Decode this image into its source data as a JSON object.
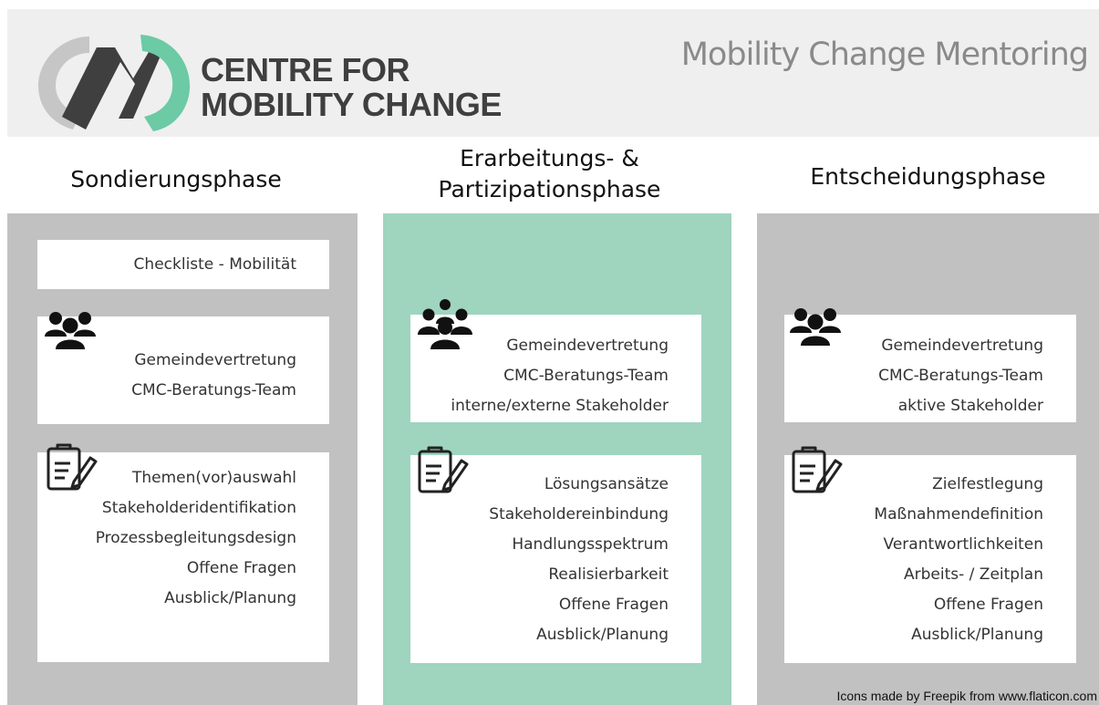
{
  "header": {
    "logo_line1": "CENTRE FOR",
    "logo_line2": "MOBILITY CHANGE",
    "title": "Mobility Change Mentoring",
    "colors": {
      "band": "#efefef",
      "logo_dark": "#3f3f3f",
      "logo_grey": "#c6c6c6",
      "logo_green": "#6ccaa5",
      "title": "#8a8a8a"
    }
  },
  "phases": [
    {
      "title_line1": "Sondierungsphase",
      "title_line2": "",
      "color": "#c1c1c1",
      "checklist": "Checkliste - Mobilität",
      "people_icon": "people-group-icon",
      "participants": [
        "Gemeindevertretung",
        "CMC-Beratungs-Team"
      ],
      "task_icon": "clipboard-pencil-icon",
      "tasks": [
        "Themen(vor)auswahl",
        "Stakeholderidentifikation",
        "Prozessbegleitungsdesign",
        "Offene Fragen",
        "Ausblick/Planung"
      ]
    },
    {
      "title_line1": "Erarbeitungs- &",
      "title_line2": "Partizipationsphase",
      "color": "#9fd4bf",
      "people_icon": "people-crowd-icon",
      "participants": [
        "Gemeindevertretung",
        "CMC-Beratungs-Team",
        "interne/externe Stakeholder"
      ],
      "task_icon": "clipboard-pencil-icon",
      "tasks": [
        "Lösungsansätze",
        "Stakeholdereinbindung",
        "Handlungsspektrum",
        "Realisierbarkeit",
        "Offene Fragen",
        "Ausblick/Planung"
      ]
    },
    {
      "title_line1": "Entscheidungsphase",
      "title_line2": "",
      "color": "#c1c1c1",
      "people_icon": "people-group-icon",
      "participants": [
        "Gemeindevertretung",
        "CMC-Beratungs-Team",
        "aktive Stakeholder"
      ],
      "task_icon": "clipboard-pencil-icon",
      "tasks": [
        "Zielfestlegung",
        "Maßnahmendefinition",
        "Verantwortlichkeiten",
        "Arbeits- / Zeitplan",
        "Offene Fragen",
        "Ausblick/Planung"
      ]
    }
  ],
  "credit": "Icons made by Freepik from www.flaticon.com"
}
